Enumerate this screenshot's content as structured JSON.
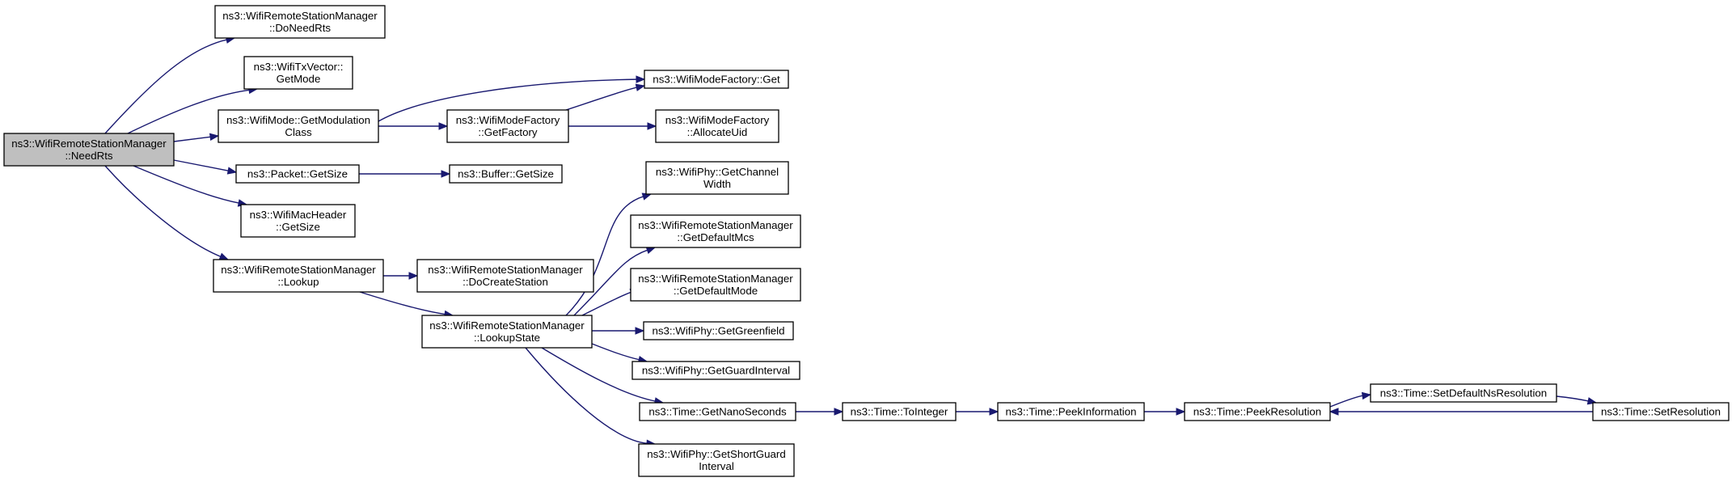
{
  "colors": {
    "edge": "#191970",
    "root_fill": "#bfbfbf",
    "node_fill": "#ffffff",
    "border": "#000000"
  },
  "nodes": [
    {
      "id": "needrts",
      "lines": [
        "ns3::WifiRemoteStationManager",
        "::NeedRts"
      ],
      "root": true
    },
    {
      "id": "doneedrts",
      "lines": [
        "ns3::WifiRemoteStationManager",
        "::DoNeedRts"
      ]
    },
    {
      "id": "getmode",
      "lines": [
        "ns3::WifiTxVector::",
        "GetMode"
      ]
    },
    {
      "id": "getmodclass",
      "lines": [
        "ns3::WifiMode::GetModulation",
        "Class"
      ]
    },
    {
      "id": "pktgetsize",
      "lines": [
        "ns3::Packet::GetSize"
      ]
    },
    {
      "id": "macgetsize",
      "lines": [
        "ns3::WifiMacHeader",
        "::GetSize"
      ]
    },
    {
      "id": "lookup",
      "lines": [
        "ns3::WifiRemoteStationManager",
        "::Lookup"
      ]
    },
    {
      "id": "factget",
      "lines": [
        "ns3::WifiModeFactory::Get"
      ]
    },
    {
      "id": "getfactory",
      "lines": [
        "ns3::WifiModeFactory",
        "::GetFactory"
      ]
    },
    {
      "id": "bufgetsize",
      "lines": [
        "ns3::Buffer::GetSize"
      ]
    },
    {
      "id": "docreate",
      "lines": [
        "ns3::WifiRemoteStationManager",
        "::DoCreateStation"
      ]
    },
    {
      "id": "lookupstate",
      "lines": [
        "ns3::WifiRemoteStationManager",
        "::LookupState"
      ]
    },
    {
      "id": "allocuid",
      "lines": [
        "ns3::WifiModeFactory",
        "::AllocateUid"
      ]
    },
    {
      "id": "chwidth",
      "lines": [
        "ns3::WifiPhy::GetChannel",
        "Width"
      ]
    },
    {
      "id": "defmcs",
      "lines": [
        "ns3::WifiRemoteStationManager",
        "::GetDefaultMcs"
      ]
    },
    {
      "id": "defmode",
      "lines": [
        "ns3::WifiRemoteStationManager",
        "::GetDefaultMode"
      ]
    },
    {
      "id": "greenfield",
      "lines": [
        "ns3::WifiPhy::GetGreenfield"
      ]
    },
    {
      "id": "guardint",
      "lines": [
        "ns3::WifiPhy::GetGuardInterval"
      ]
    },
    {
      "id": "nanosec",
      "lines": [
        "ns3::Time::GetNanoSeconds"
      ]
    },
    {
      "id": "shortguard",
      "lines": [
        "ns3::WifiPhy::GetShortGuard",
        "Interval"
      ]
    },
    {
      "id": "tointeger",
      "lines": [
        "ns3::Time::ToInteger"
      ]
    },
    {
      "id": "peekinfo",
      "lines": [
        "ns3::Time::PeekInformation"
      ]
    },
    {
      "id": "peekres",
      "lines": [
        "ns3::Time::PeekResolution"
      ]
    },
    {
      "id": "setdefns",
      "lines": [
        "ns3::Time::SetDefaultNsResolution"
      ]
    },
    {
      "id": "setres",
      "lines": [
        "ns3::Time::SetResolution"
      ]
    }
  ],
  "edges": [
    [
      "needrts",
      "doneedrts"
    ],
    [
      "needrts",
      "getmode"
    ],
    [
      "needrts",
      "getmodclass"
    ],
    [
      "needrts",
      "pktgetsize"
    ],
    [
      "needrts",
      "macgetsize"
    ],
    [
      "needrts",
      "lookup"
    ],
    [
      "getmodclass",
      "factget"
    ],
    [
      "getmodclass",
      "getfactory"
    ],
    [
      "getfactory",
      "factget"
    ],
    [
      "getfactory",
      "allocuid"
    ],
    [
      "pktgetsize",
      "bufgetsize"
    ],
    [
      "lookup",
      "docreate"
    ],
    [
      "lookup",
      "lookupstate"
    ],
    [
      "lookupstate",
      "chwidth"
    ],
    [
      "lookupstate",
      "defmcs"
    ],
    [
      "lookupstate",
      "defmode"
    ],
    [
      "lookupstate",
      "greenfield"
    ],
    [
      "lookupstate",
      "guardint"
    ],
    [
      "lookupstate",
      "nanosec"
    ],
    [
      "lookupstate",
      "shortguard"
    ],
    [
      "nanosec",
      "tointeger"
    ],
    [
      "tointeger",
      "peekinfo"
    ],
    [
      "peekinfo",
      "peekres"
    ],
    [
      "peekres",
      "setdefns"
    ],
    [
      "setdefns",
      "setres"
    ],
    [
      "setres",
      "peekres"
    ]
  ]
}
